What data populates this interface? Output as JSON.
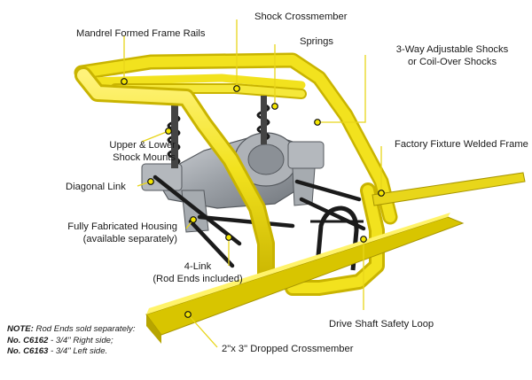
{
  "colors": {
    "frame": "#f2e21e",
    "frame_shadow": "#c9b800",
    "leader": "#e8d51a",
    "dot": "#f5e600",
    "metal": "#9a9ea4",
    "black": "#1b1b1b"
  },
  "labels": {
    "mandrel": "Mandrel Formed Frame Rails",
    "shock_crossmember": "Shock Crossmember",
    "springs": "Springs",
    "adj_shocks_line1": "3-Way Adjustable Shocks",
    "adj_shocks_line2": "or Coil-Over Shocks",
    "shock_mounts_line1": "Upper & Lower",
    "shock_mounts_line2": "Shock Mounts",
    "factory_fixture": "Factory Fixture Welded Frame",
    "diagonal_link": "Diagonal Link",
    "housing_line1": "Fully Fabricated Housing",
    "housing_line2": "(available separately)",
    "four_link_line1": "4-Link",
    "four_link_line2": "(Rod Ends included)",
    "drive_shaft": "Drive Shaft Safety Loop",
    "dropped_crossmember": "2\"x 3\" Dropped Crossmember"
  },
  "note": {
    "title": "NOTE:",
    "text": "Rod Ends sold separately:",
    "line2_part": "No. C6162",
    "line2_desc": " - 3/4\" Right side;",
    "line3_part": "No. C6163",
    "line3_desc": " - 3/4\" Left side."
  }
}
